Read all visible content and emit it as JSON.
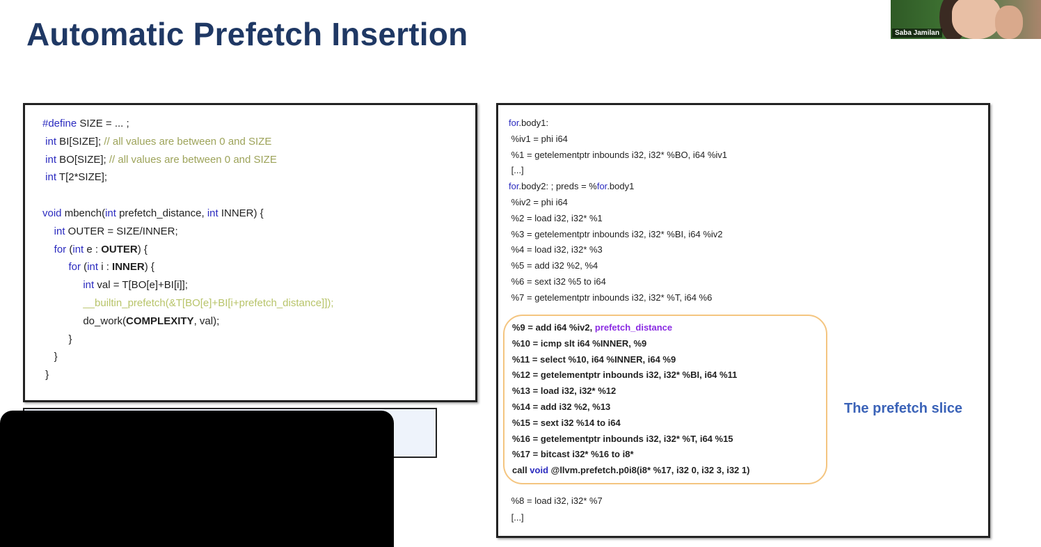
{
  "slide": {
    "title": "Automatic Prefetch Insertion"
  },
  "webcam": {
    "participant_name": "Saba Jamilan"
  },
  "left_code": {
    "lines": [
      [
        {
          "t": "#define",
          "c": "kw"
        },
        {
          "t": " SIZE = ... ;"
        }
      ],
      [
        {
          "t": " int",
          "c": "kw"
        },
        {
          "t": " BI[SIZE]; "
        },
        {
          "t": "// all values are between 0 and SIZE",
          "c": "cm"
        }
      ],
      [
        {
          "t": " int",
          "c": "kw"
        },
        {
          "t": " BO[SIZE]; "
        },
        {
          "t": "// all values are between 0 and SIZE",
          "c": "cm"
        }
      ],
      [
        {
          "t": " int",
          "c": "kw"
        },
        {
          "t": " T[2*SIZE];"
        }
      ],
      [],
      [
        {
          "t": "void",
          "c": "kw"
        },
        {
          "t": " mbench("
        },
        {
          "t": "int",
          "c": "kw"
        },
        {
          "t": " prefetch_distance, "
        },
        {
          "t": "int",
          "c": "kw"
        },
        {
          "t": " INNER) {"
        }
      ],
      [
        {
          "t": "    int",
          "c": "kw"
        },
        {
          "t": " OUTER = SIZE/INNER;"
        }
      ],
      [
        {
          "t": "    for",
          "c": "kw"
        },
        {
          "t": " ("
        },
        {
          "t": "int",
          "c": "kw"
        },
        {
          "t": " e : "
        },
        {
          "t": "OUTER",
          "c": "b"
        },
        {
          "t": ") {"
        }
      ],
      [
        {
          "t": "         for",
          "c": "kw"
        },
        {
          "t": " ("
        },
        {
          "t": "int",
          "c": "kw"
        },
        {
          "t": " i : "
        },
        {
          "t": "INNER",
          "c": "b"
        },
        {
          "t": ") {"
        }
      ],
      [
        {
          "t": "              int",
          "c": "kw"
        },
        {
          "t": " val = T[BO[e]+BI[i]];"
        }
      ],
      [
        {
          "t": "              __builtin_prefetch(&T[BO[e]+BI[i+prefetch_distance]]);",
          "c": "hl"
        }
      ],
      [
        {
          "t": "              do_work("
        },
        {
          "t": "COMPLEXITY",
          "c": "b"
        },
        {
          "t": ", val);"
        }
      ],
      [
        {
          "t": "         }"
        }
      ],
      [
        {
          "t": "    }"
        }
      ],
      [
        {
          "t": " }"
        }
      ]
    ]
  },
  "right_code": {
    "lines": [
      [
        {
          "t": "for",
          "c": "kw"
        },
        {
          "t": ".body1:"
        }
      ],
      [
        {
          "t": " %iv1 = phi i64"
        }
      ],
      [
        {
          "t": " %1 = getelementptr inbounds i32, i32* %BO, i64 %iv1"
        }
      ],
      [
        {
          "t": " [...]"
        }
      ],
      [
        {
          "t": "for",
          "c": "kw"
        },
        {
          "t": ".body2: ; preds = %"
        },
        {
          "t": "for",
          "c": "kw"
        },
        {
          "t": ".body1"
        }
      ],
      [
        {
          "t": " %iv2 = phi i64"
        }
      ],
      [
        {
          "t": " %2 = load i32, i32* %1"
        }
      ],
      [
        {
          "t": " %3 = getelementptr inbounds i32, i32* %BI, i64 %iv2"
        }
      ],
      [
        {
          "t": " %4 = load i32, i32* %3"
        }
      ],
      [
        {
          "t": " %5 = add i32 %2, %4"
        }
      ],
      [
        {
          "t": " %6 = sext i32 %5 to i64"
        }
      ],
      [
        {
          "t": " %7 = getelementptr inbounds i32, i32* %T, i64 %6"
        }
      ]
    ],
    "slice_lines": [
      [
        {
          "t": "%9 = add i64 %iv2, ",
          "c": "b"
        },
        {
          "t": "prefetch_distance",
          "c": "b purple"
        }
      ],
      [
        {
          "t": "%10 = icmp slt i64 %INNER, %9",
          "c": "b"
        }
      ],
      [
        {
          "t": "%11 = select %10, i64 %INNER, i64 %9",
          "c": "b"
        }
      ],
      [
        {
          "t": "%12 = getelementptr inbounds i32, i32* %BI, i64 %11",
          "c": "b"
        }
      ],
      [
        {
          "t": "%13 = load i32, i32* %12",
          "c": "b"
        }
      ],
      [
        {
          "t": "%14 = add i32 %2, %13",
          "c": "b"
        }
      ],
      [
        {
          "t": "%15 = sext i32 %14 to i64",
          "c": "b"
        }
      ],
      [
        {
          "t": "%16 = getelementptr inbounds i32, i32* %T, i64 %15",
          "c": "b"
        }
      ],
      [
        {
          "t": "%17 = bitcast i32* %16 to i8*",
          "c": "b"
        }
      ],
      [
        {
          "t": "call ",
          "c": "b"
        },
        {
          "t": "void",
          "c": "b kw"
        },
        {
          "t": " @llvm.prefetch.p0i8(i8* %17, i32 0, i32 3, i32 1)",
          "c": "b"
        }
      ]
    ],
    "tail_lines": [
      [
        {
          "t": " %8 = load i32, i32* %7"
        }
      ],
      [
        {
          "t": " [...]"
        }
      ]
    ]
  },
  "slice_label": "The prefetch slice"
}
